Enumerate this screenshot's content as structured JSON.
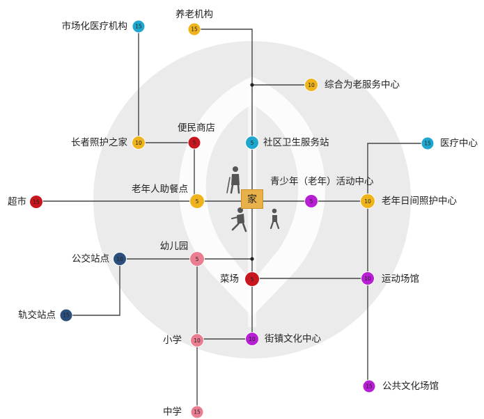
{
  "colors": {
    "yellow": "#efb41c",
    "cyan": "#1fa6cf",
    "red": "#c8161f",
    "navy": "#2a4f7c",
    "pink": "#eb7d91",
    "purple": "#b81ed3",
    "line": "#444444",
    "watermark": "#ebebeb"
  },
  "home": {
    "label": "家"
  },
  "nodes": [
    {
      "id": "elder-care-institution",
      "label": "养老机构",
      "value": "15",
      "color": "yellow"
    },
    {
      "id": "market-medical",
      "label": "市场化医疗机构",
      "value": "15",
      "color": "cyan"
    },
    {
      "id": "comprehensive-elder-service",
      "label": "综合为老服务中心",
      "value": "10",
      "color": "yellow"
    },
    {
      "id": "elder-care-home",
      "label": "长者照护之家",
      "value": "10",
      "color": "yellow"
    },
    {
      "id": "convenience-store",
      "label": "便民商店",
      "value": "5",
      "color": "red"
    },
    {
      "id": "community-health-station",
      "label": "社区卫生服务站",
      "value": "5",
      "color": "cyan"
    },
    {
      "id": "medical-center",
      "label": "医疗中心",
      "value": "15",
      "color": "cyan"
    },
    {
      "id": "elder-dining",
      "label": "老年人助餐点",
      "value": "5",
      "color": "yellow"
    },
    {
      "id": "supermarket",
      "label": "超市",
      "value": "15",
      "color": "red"
    },
    {
      "id": "youth-activity-center",
      "label": "青少年（老年）活动中心",
      "value": "5",
      "color": "purple"
    },
    {
      "id": "elder-daycare",
      "label": "老年日间照护中心",
      "value": "10",
      "color": "yellow"
    },
    {
      "id": "kindergarten",
      "label": "幼儿园",
      "value": "5",
      "color": "pink"
    },
    {
      "id": "bus-stop",
      "label": "公交站点",
      "value": "10",
      "color": "navy"
    },
    {
      "id": "vegetable-market",
      "label": "菜场",
      "value": "5",
      "color": "red"
    },
    {
      "id": "sports-venue",
      "label": "运动场馆",
      "value": "10",
      "color": "purple"
    },
    {
      "id": "rail-station",
      "label": "轨交站点",
      "value": "15",
      "color": "navy"
    },
    {
      "id": "primary-school",
      "label": "小学",
      "value": "10",
      "color": "pink"
    },
    {
      "id": "street-culture-center",
      "label": "街镇文化中心",
      "value": "10",
      "color": "purple"
    },
    {
      "id": "public-culture-venue",
      "label": "公共文化场馆",
      "value": "15",
      "color": "purple"
    },
    {
      "id": "middle-school",
      "label": "中学",
      "value": "15",
      "color": "pink"
    }
  ]
}
